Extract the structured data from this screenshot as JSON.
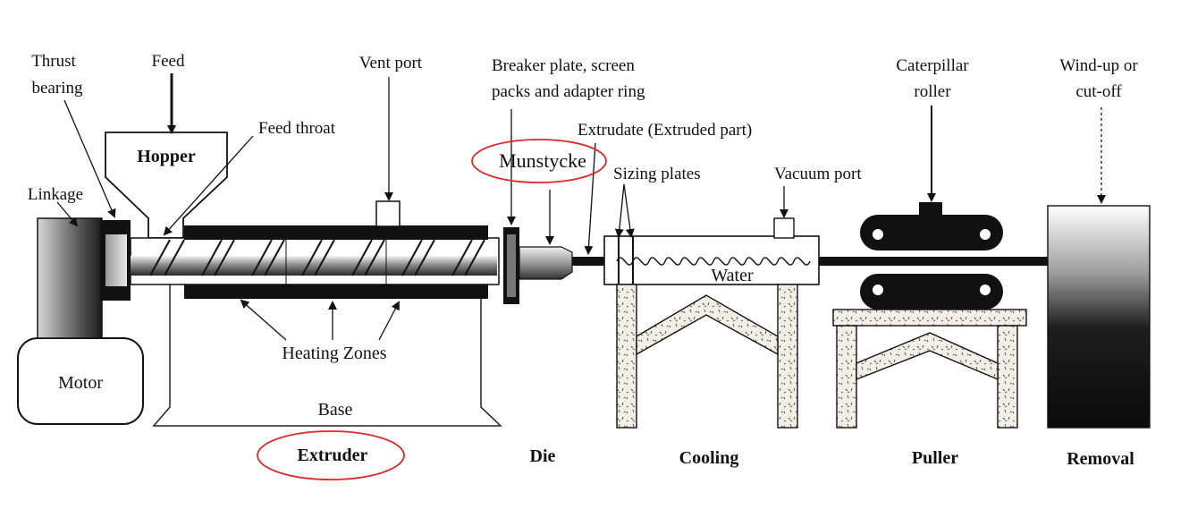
{
  "labels": {
    "thrust_bearing_1": "Thrust",
    "thrust_bearing_2": "bearing",
    "feed": "Feed",
    "vent_port": "Vent port",
    "breaker_1": "Breaker plate, screen",
    "breaker_2": "packs and adapter ring",
    "caterpillar_1": "Caterpillar",
    "caterpillar_2": "roller",
    "windup_1": "Wind-up or",
    "windup_2": "cut-off",
    "feed_throat": "Feed throat",
    "extrudate": "Extrudate (Extruded part)",
    "hopper": "Hopper",
    "munstycke": "Munstycke",
    "sizing_plates": "Sizing plates",
    "vacuum_port": "Vacuum port",
    "linkage": "Linkage",
    "water": "Water",
    "heating_zones": "Heating Zones",
    "motor": "Motor",
    "base": "Base"
  },
  "sections": {
    "extruder": "Extruder",
    "die": "Die",
    "cooling": "Cooling",
    "puller": "Puller",
    "removal": "Removal"
  },
  "colors": {
    "ink": "#111111",
    "highlight": "#d62b2b",
    "speckle": "#efe9dc"
  }
}
